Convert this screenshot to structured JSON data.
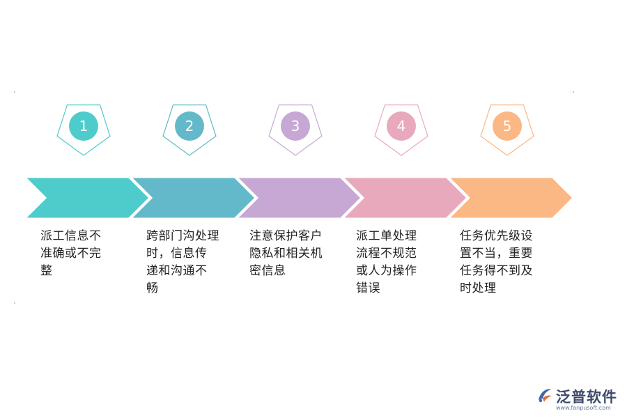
{
  "steps": [
    {
      "number": "1",
      "text": "派工信息不\n准确或不完\n整",
      "color": "#4ecbcb"
    },
    {
      "number": "2",
      "text": "跨部门沟处理\n时，信息传\n递和沟通不\n畅",
      "color": "#63b9c9"
    },
    {
      "number": "3",
      "text": "注意保护客户\n隐私和相关机\n密信息",
      "color": "#c7a8d4"
    },
    {
      "number": "4",
      "text": "派工单处理\n流程不规范\n或人为操作\n错误",
      "color": "#e8a9bd"
    },
    {
      "number": "5",
      "text": "任务优先级设\n置不当，重要\n任务得不到及\n时处理",
      "color": "#fbb784"
    }
  ],
  "logo": {
    "name": "泛普软件",
    "url": "www.fanpusoft.com",
    "icon": "fanpu-logo-icon"
  }
}
